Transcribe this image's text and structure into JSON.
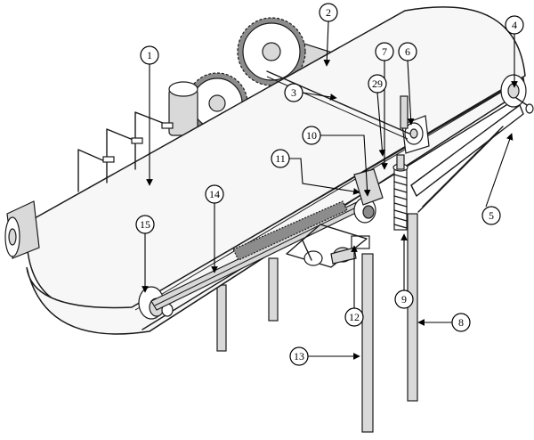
{
  "callouts": [
    {
      "id": "1",
      "label": "1"
    },
    {
      "id": "2",
      "label": "2"
    },
    {
      "id": "3",
      "label": "3"
    },
    {
      "id": "4",
      "label": "4"
    },
    {
      "id": "5",
      "label": "5"
    },
    {
      "id": "6",
      "label": "6"
    },
    {
      "id": "7",
      "label": "7"
    },
    {
      "id": "8",
      "label": "8"
    },
    {
      "id": "9",
      "label": "9"
    },
    {
      "id": "10",
      "label": "10"
    },
    {
      "id": "11",
      "label": "11"
    },
    {
      "id": "12",
      "label": "12"
    },
    {
      "id": "13",
      "label": "13"
    },
    {
      "id": "14",
      "label": "14"
    },
    {
      "id": "15",
      "label": "15"
    },
    {
      "id": "29",
      "label": "29"
    }
  ]
}
